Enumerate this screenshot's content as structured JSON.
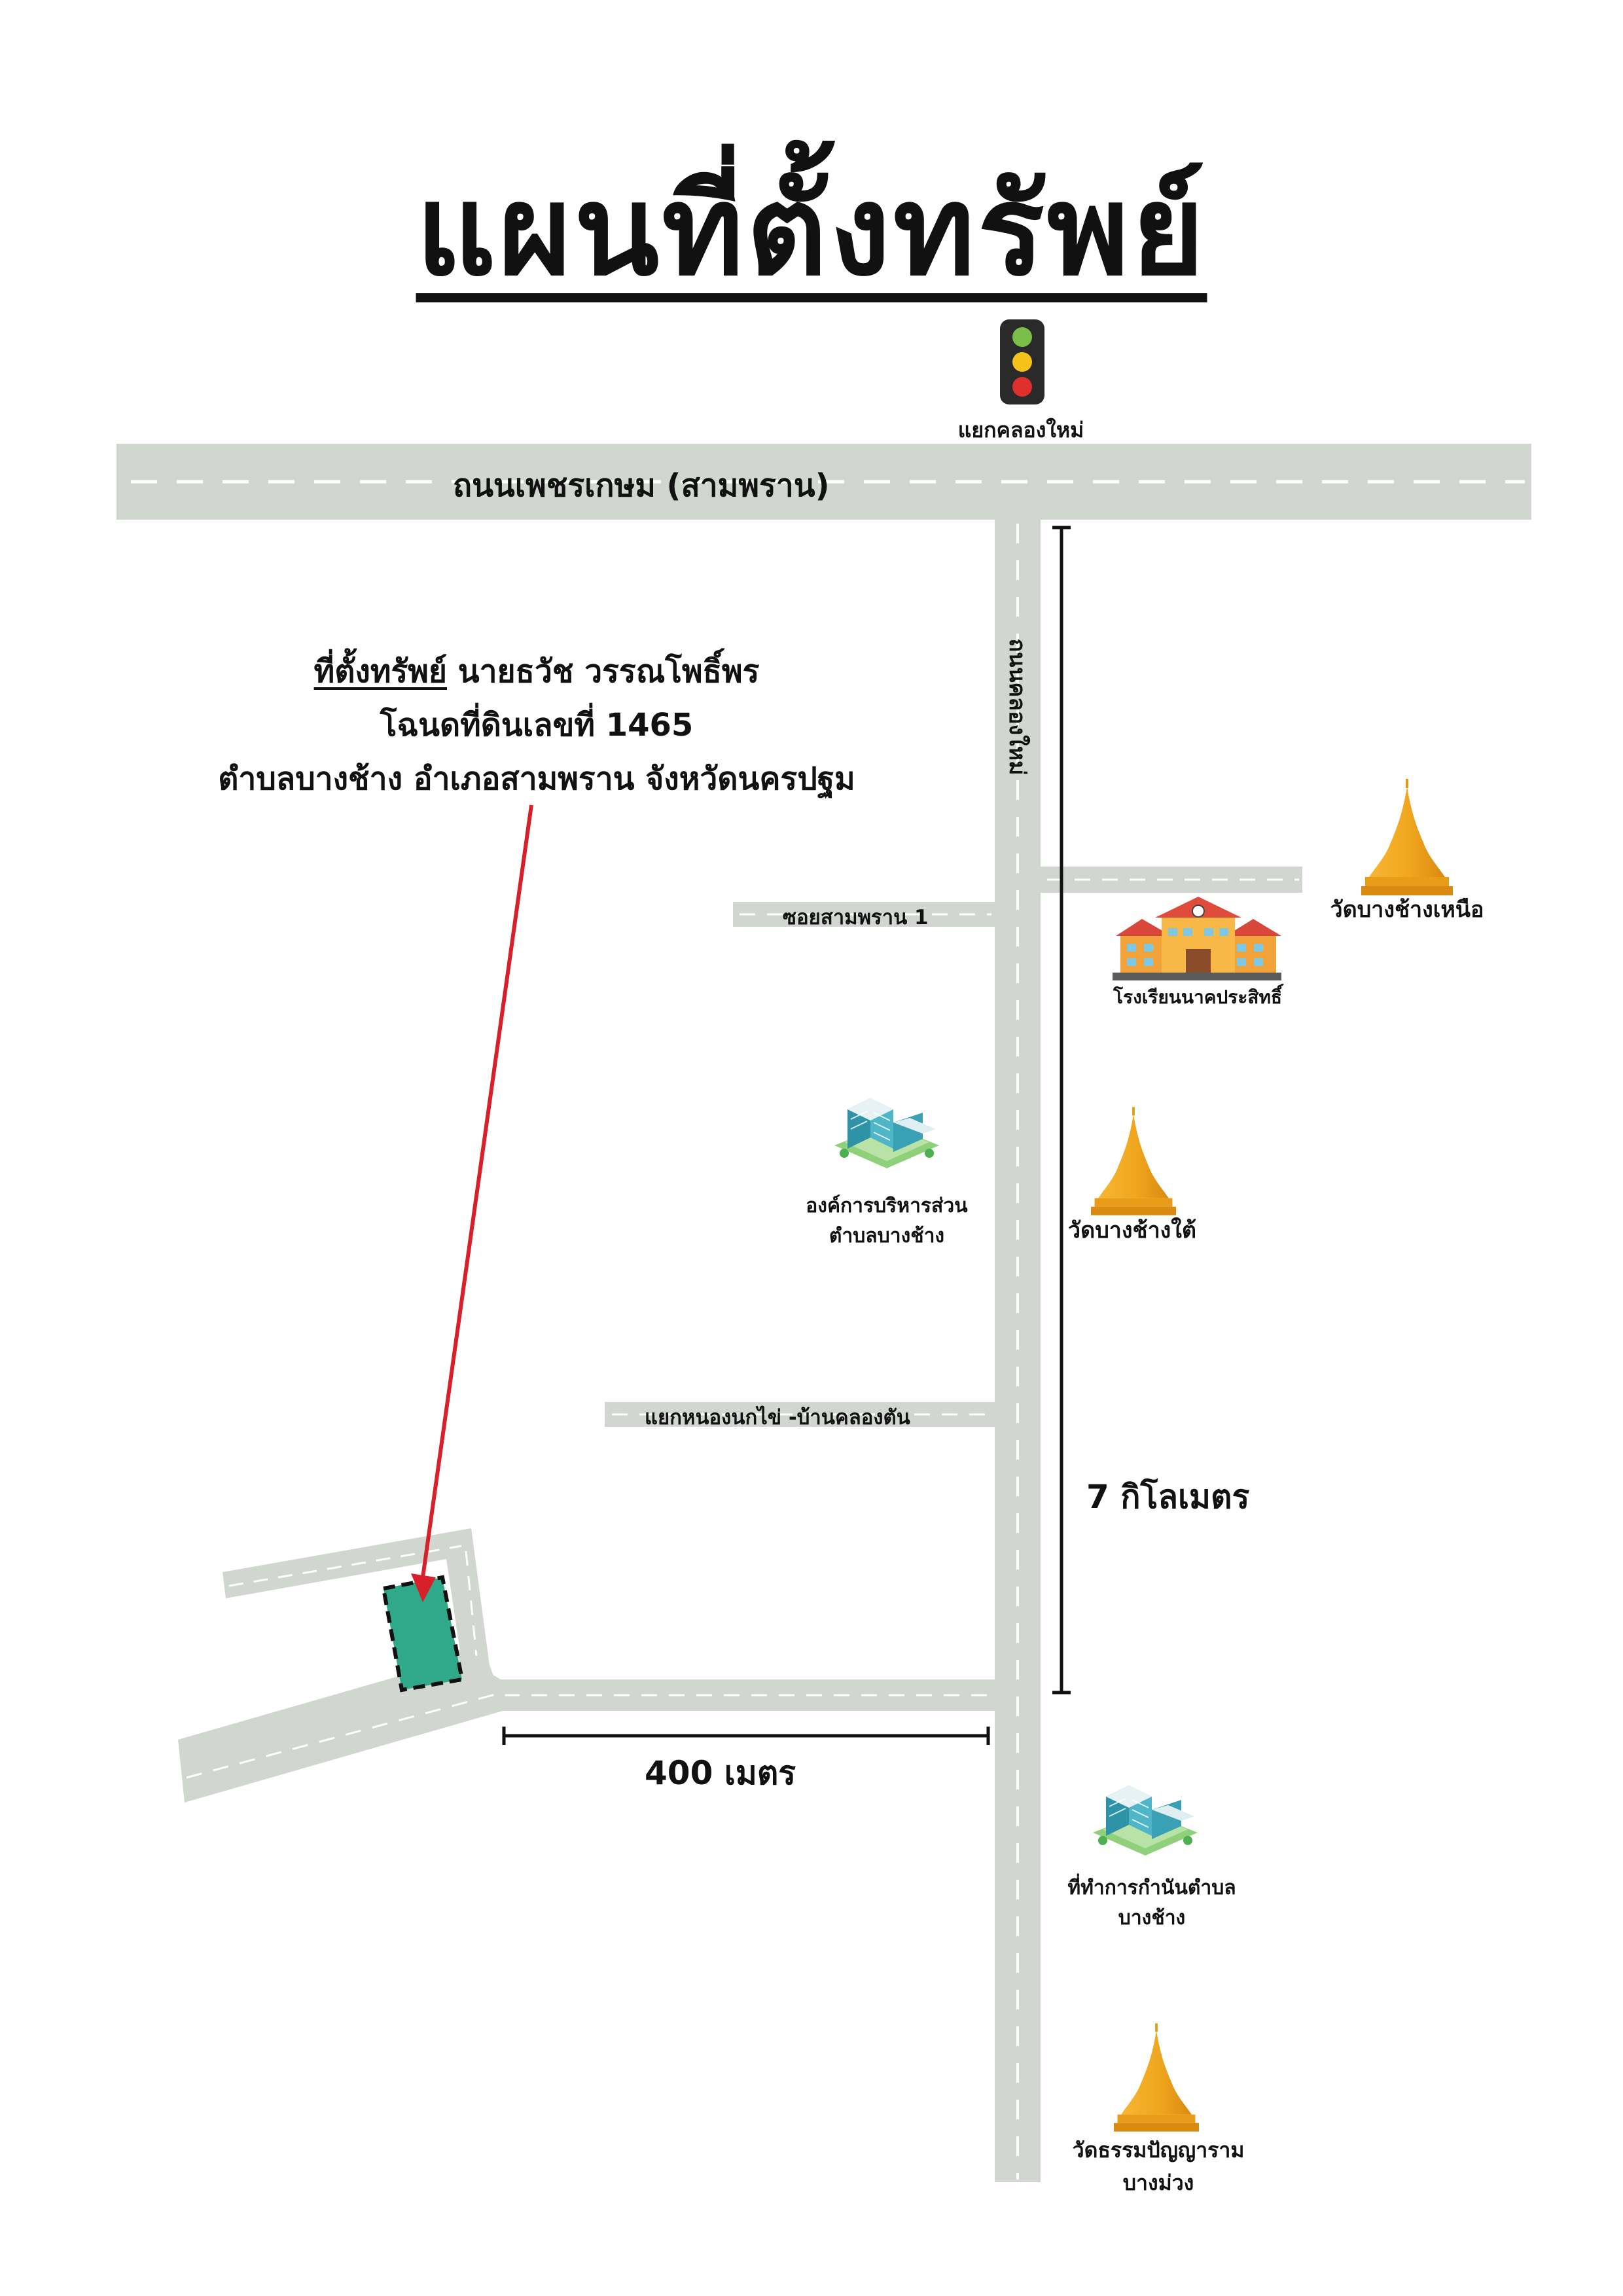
{
  "title": "แผนที่ตั้งทรัพย์",
  "roads": {
    "main_highway": "ถนนเพชรเกษม (สามพราน)",
    "vertical_road": "ถนนคลองใหม่",
    "soi": "ซอยสามพราน 1",
    "junction_road": "แยกหนองนกไข่ -บ้านคลองตัน"
  },
  "traffic_light_label": "แยกคลองใหม่",
  "property": {
    "heading": "ที่ตั้งทรัพย์",
    "owner": "นายธวัช  วรรณโพธิ์พร",
    "deed": "โฉนดที่ดินเลขที่ 1465",
    "location": "ตำบลบางช้าง อำเภอสามพราน จังหวัดนครปฐม"
  },
  "distances": {
    "vertical": "7 กิโลเมตร",
    "horizontal": "400 เมตร"
  },
  "landmarks": {
    "wat_north": "วัดบางช้างเหนือ",
    "school": "โรงเรียนนาคประสิทธิ์",
    "sao_line1": "องค์การบริหารส่วน",
    "sao_line2": "ตำบลบางช้าง",
    "wat_south": "วัดบางช้างใต้",
    "kamnan_line1": "ที่ทำการกำนันตำบล",
    "kamnan_line2": "บางช้าง",
    "wat_thammapanya_line1": "วัดธรรมปัญญาราม",
    "wat_thammapanya_line2": "บางม่วง"
  },
  "icons": {
    "traffic_light": "traffic-light-icon",
    "pagoda": "pagoda-icon",
    "school": "school-building-icon",
    "office": "office-building-icon"
  },
  "colors": {
    "road": "#d1d6d0",
    "road_dash": "#ffffff",
    "property_plot": "#2fa98a",
    "pointer_arrow": "#d8202a",
    "pagoda": "#f0a51e",
    "traffic_light_body": "#2a2a2a"
  }
}
